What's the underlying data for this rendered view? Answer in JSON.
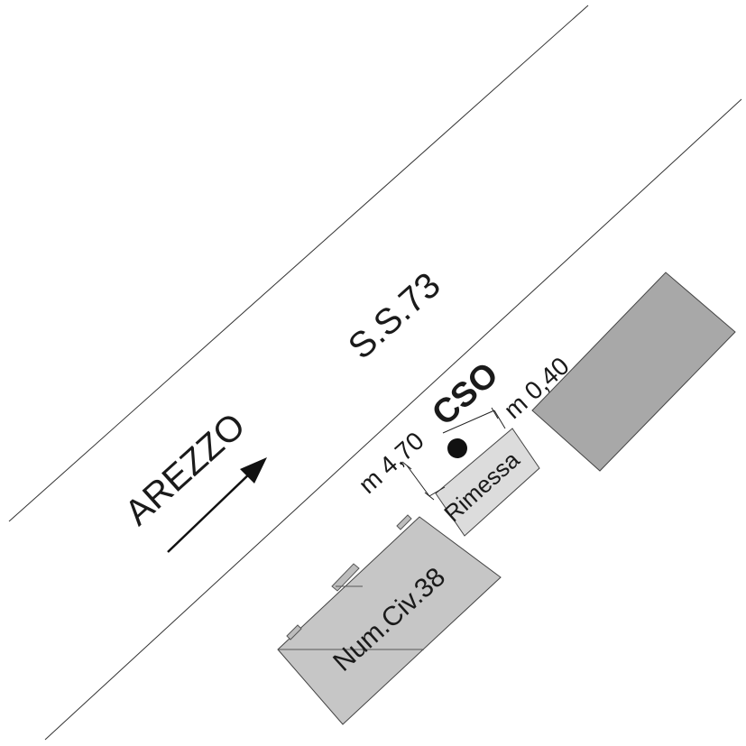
{
  "road": {
    "name": "S.S.73"
  },
  "direction": {
    "label": "AREZZO",
    "icon": "arrow-northeast-icon"
  },
  "point": {
    "label": "CSO",
    "icon": "filled-circle-marker-icon"
  },
  "dimensions": {
    "to_road": "m 4,70",
    "to_building": "m 0,40"
  },
  "buildings": {
    "main": "Num.Civ.38",
    "garage": "Rimessa"
  },
  "colors": {
    "line": "#222222",
    "building_main": "#c6c6c6",
    "building_garage": "#dcdcdc",
    "building_neighbor": "#a8a8a8",
    "marker": "#111111"
  }
}
